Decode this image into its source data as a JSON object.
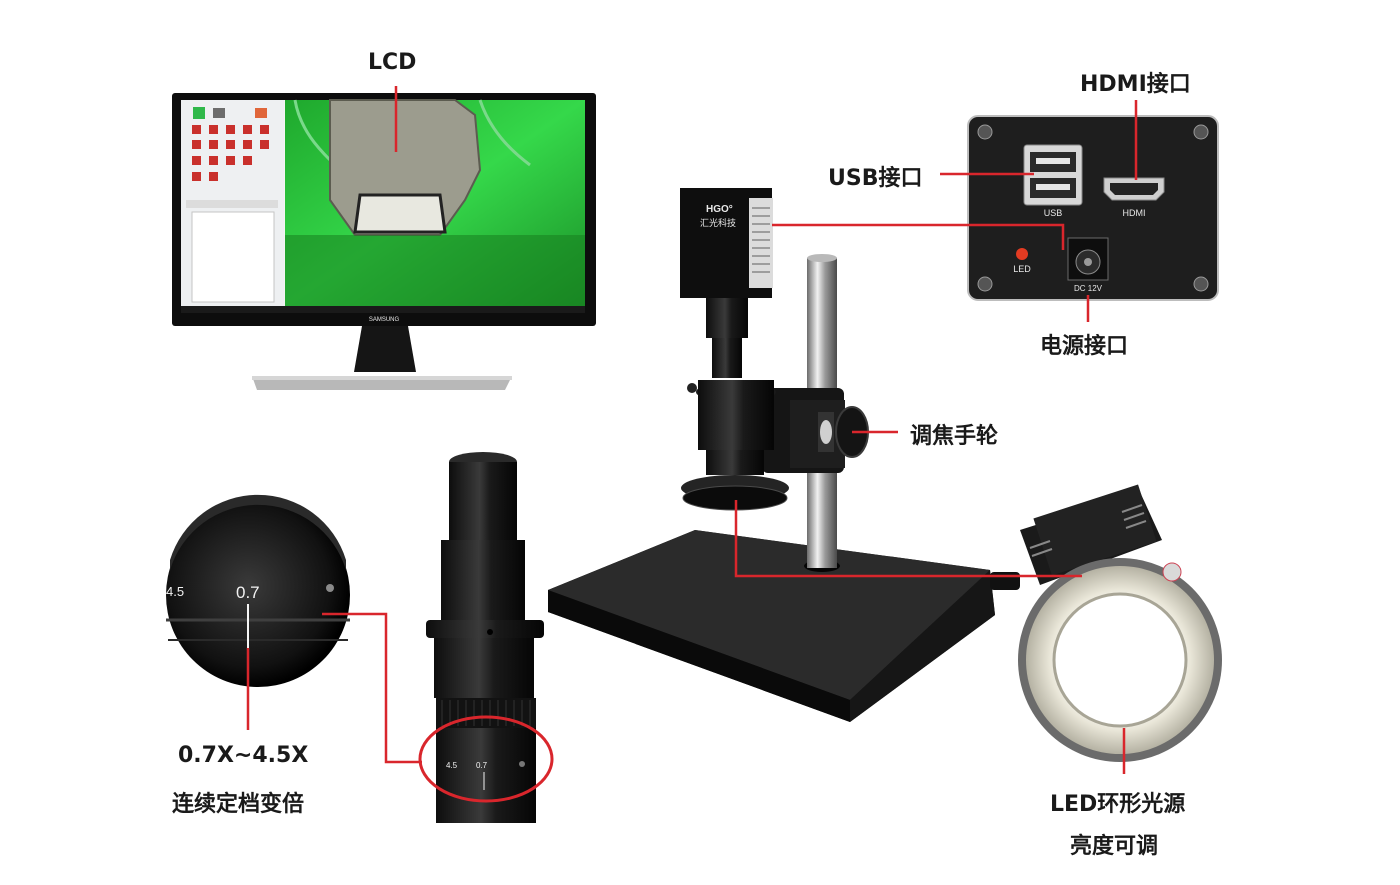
{
  "labels": {
    "lcd": "LCD",
    "hdmi_port": "HDMI接口",
    "usb_port": "USB接口",
    "power_port": "电源接口",
    "focus_knob": "调焦手轮",
    "zoom_range": "0.7X~4.5X",
    "zoom_desc": "连续定档变倍",
    "led_light": "LED环形光源",
    "brightness": "亮度可调"
  },
  "panel_text": {
    "usb": "USB",
    "hdmi": "HDMI",
    "led": "LED",
    "dc": "DC 12V"
  },
  "camera_text": {
    "brand": "HGO°",
    "brand_cn": "汇光科技"
  },
  "monitor_brand": "SAMSUNG",
  "dial_marks": {
    "mark_low": "0.7",
    "mark_high": "4.5"
  },
  "colors": {
    "callout_line": "#d9262c",
    "highlight_ring": "#d9262c",
    "screen_green": "#28c93a"
  }
}
